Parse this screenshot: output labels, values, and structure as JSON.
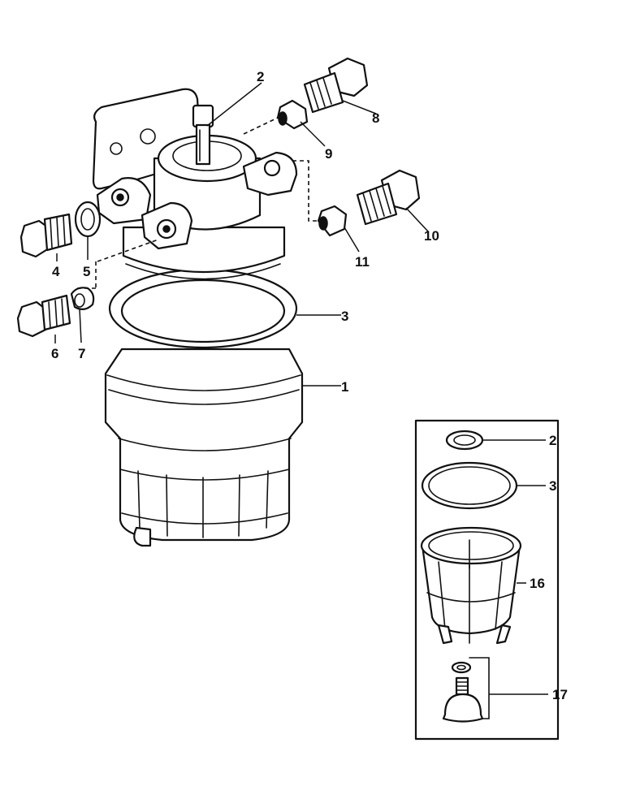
{
  "callouts": {
    "main": {
      "c2": "2",
      "c8": "8",
      "c9": "9",
      "c10": "10",
      "c11": "11",
      "c3": "3",
      "c1": "1",
      "c4": "4",
      "c5": "5",
      "c6": "6",
      "c7": "7"
    },
    "inset": {
      "c2": "2",
      "c3": "3",
      "c16": "16",
      "c17": "17"
    }
  }
}
